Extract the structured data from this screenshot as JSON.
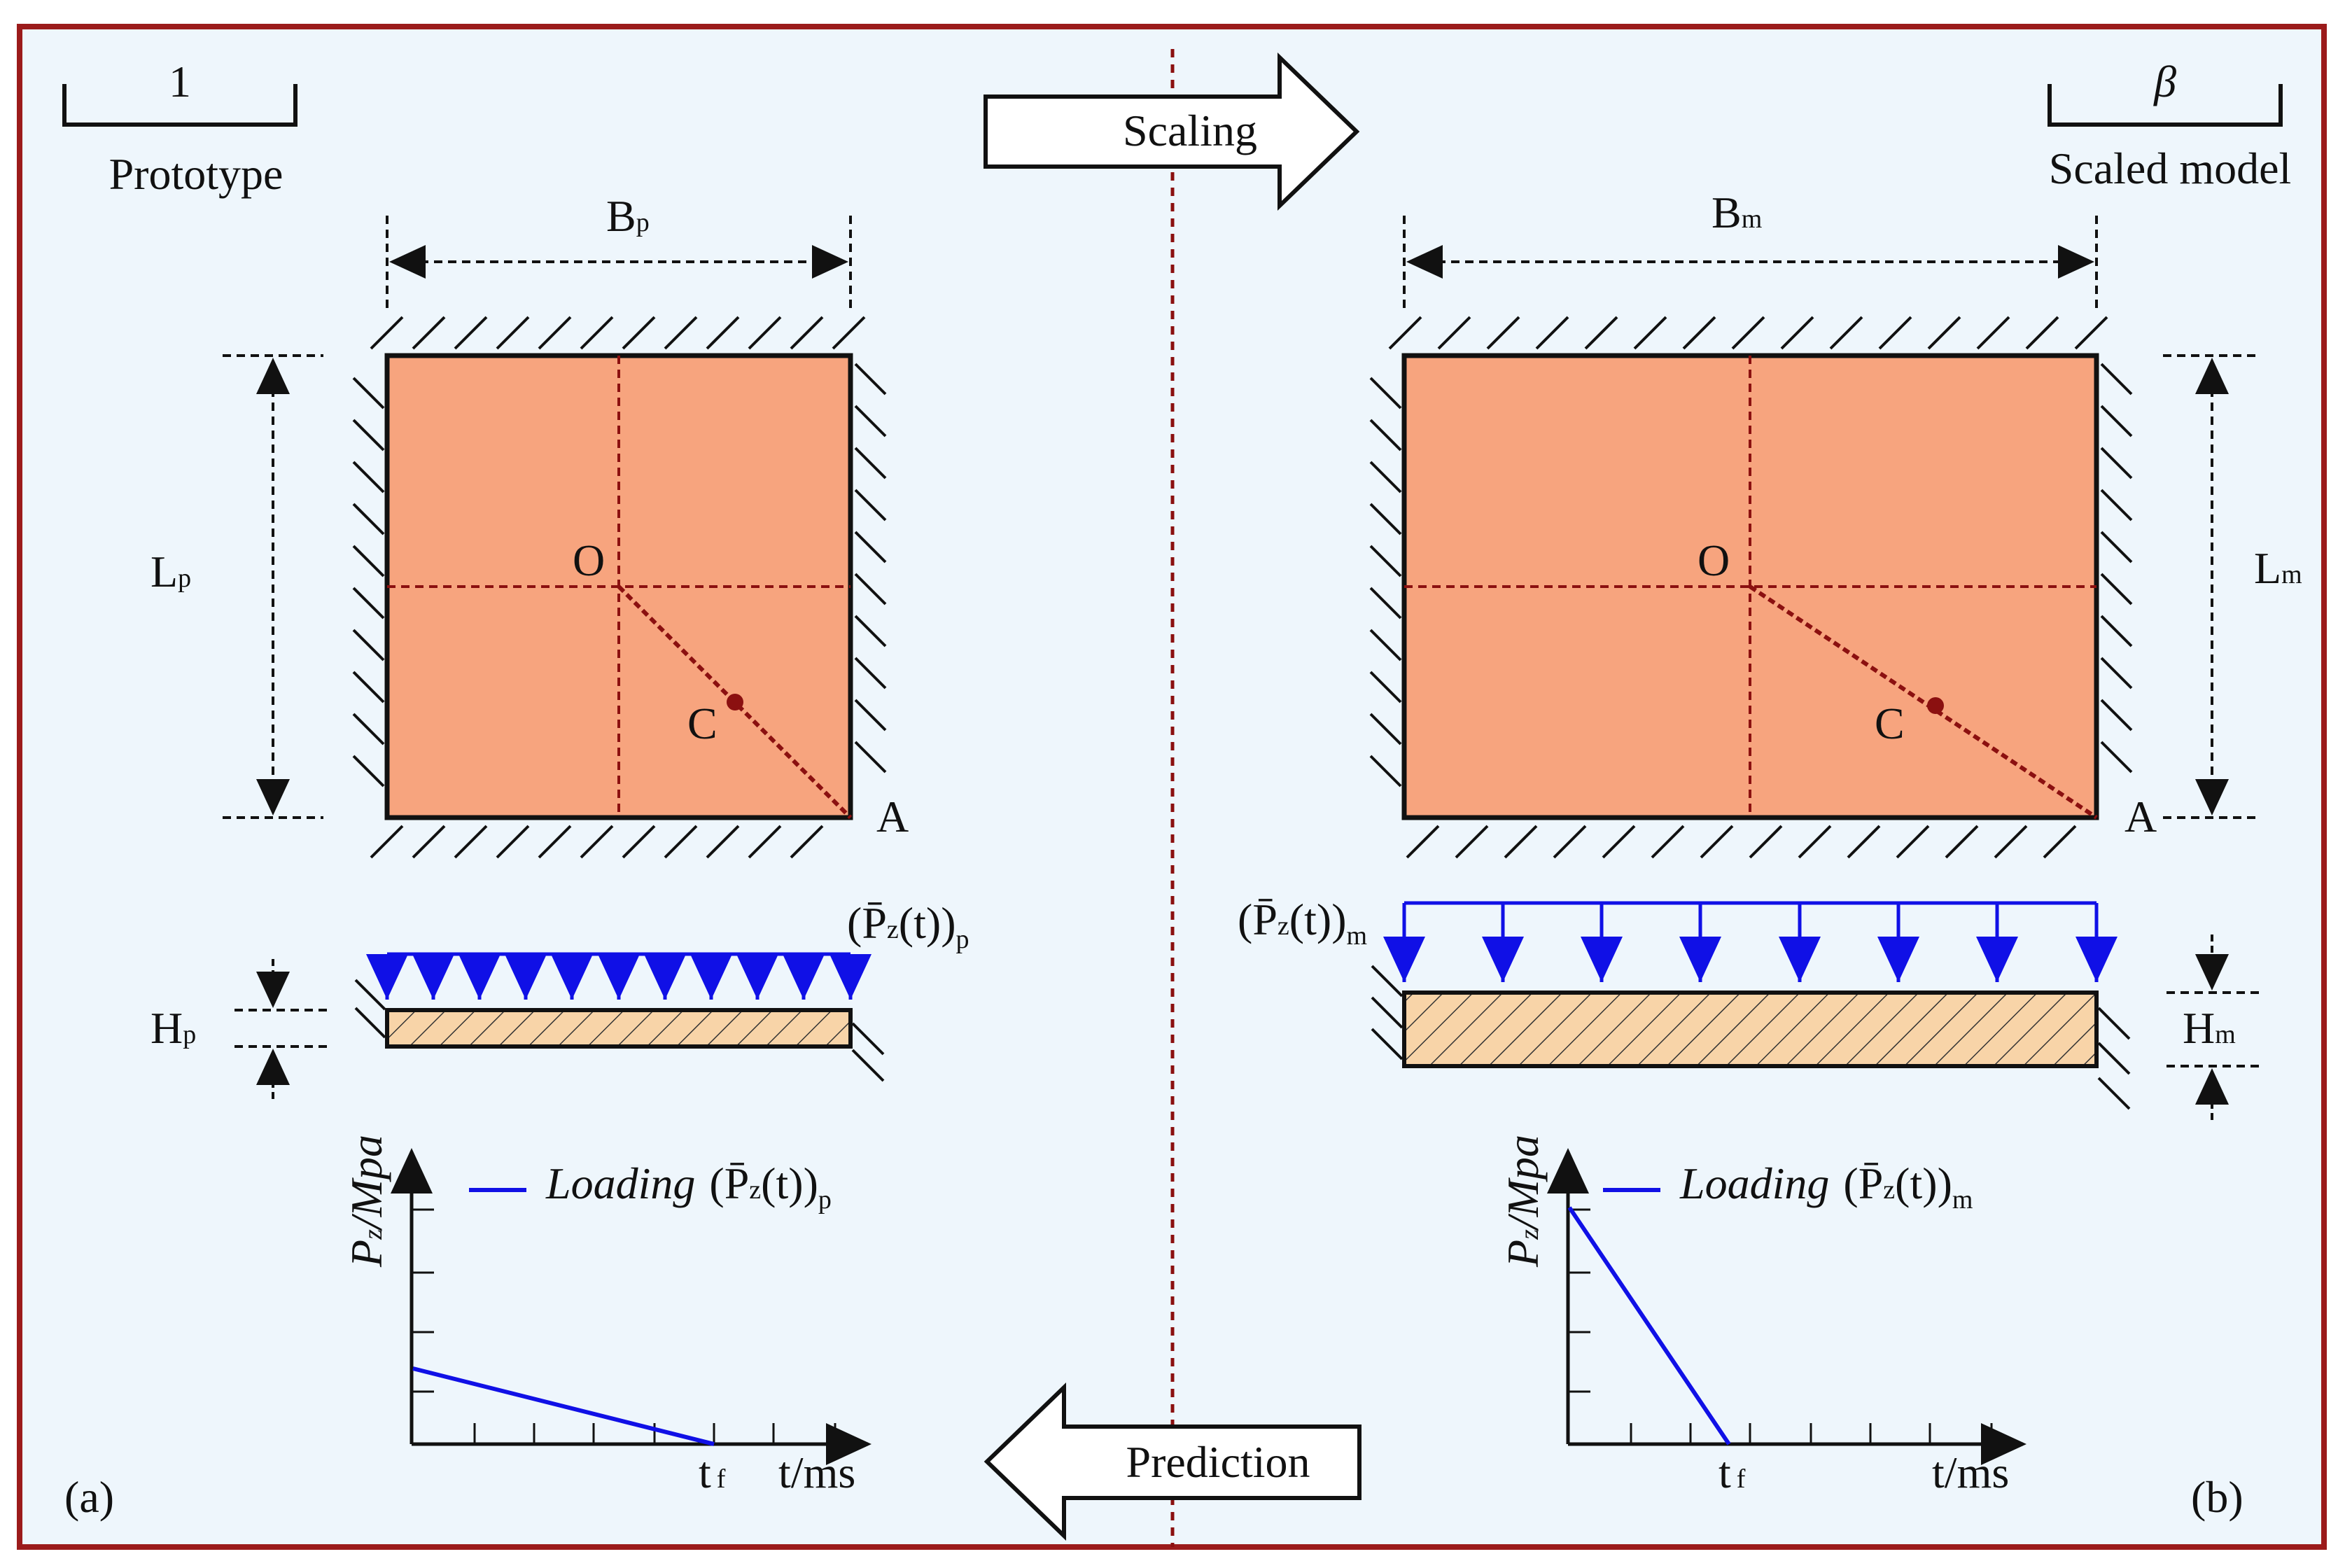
{
  "colors": {
    "frame": "#9b1b1b",
    "panel_bg": "#eef6fc",
    "plate_fill": "#f7a47e",
    "section_fill": "#f8d4a8",
    "load_blue": "#1010e6",
    "dash_red": "#8b1010",
    "ink": "#111111"
  },
  "header": {
    "left_scale": "1",
    "left_title": "Prototype",
    "right_scale": "β",
    "right_title": "Scaled model"
  },
  "arrows": {
    "scaling": "Scaling",
    "prediction": "Prediction"
  },
  "panels": {
    "left": {
      "tag": "(a)",
      "width_label": "B",
      "width_sub": "p",
      "length_label": "L",
      "length_sub": "p",
      "thickness_label": "H",
      "thickness_sub": "p",
      "point_o": "O",
      "point_c": "C",
      "point_a": "A",
      "load_label": "(P̄",
      "load_mid": "(t))",
      "load_z": "z",
      "load_sub": "p"
    },
    "right": {
      "tag": "(b)",
      "width_label": "B",
      "width_sub": "m",
      "length_label": "L",
      "length_sub": "m",
      "thickness_label": "H",
      "thickness_sub": "m",
      "point_o": "O",
      "point_c": "C",
      "point_a": "A",
      "load_label": "(P̄",
      "load_mid": "(t))",
      "load_z": "z",
      "load_sub": "m"
    }
  },
  "plots": {
    "left": {
      "y_axis_label": "P",
      "y_axis_sub": "z",
      "y_axis_unit": "/Mpa",
      "x_axis_label": "t/ms",
      "tf_label": "t",
      "tf_sub": "f",
      "legend_text": "Loading",
      "legend_formula": "(P̄",
      "legend_formula_mid": "(t))",
      "legend_z": "z",
      "legend_sub": "p"
    },
    "right": {
      "y_axis_label": "P",
      "y_axis_sub": "z",
      "y_axis_unit": "/Mpa",
      "x_axis_label": "t/ms",
      "tf_label": "t",
      "tf_sub": "f",
      "legend_text": "Loading",
      "legend_formula": "(P̄",
      "legend_formula_mid": "(t))",
      "legend_z": "z",
      "legend_sub": "m"
    }
  }
}
